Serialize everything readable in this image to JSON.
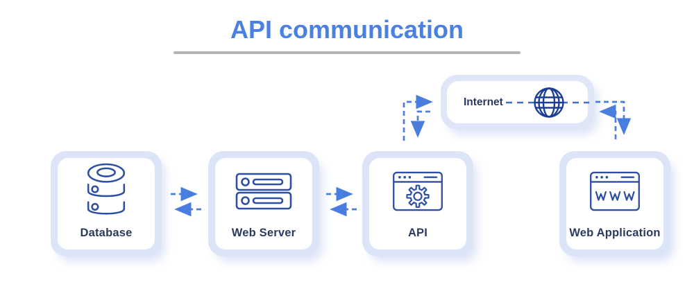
{
  "title": {
    "text": "API communication"
  },
  "nodes": [
    {
      "id": "database",
      "label": "Database",
      "icon": "database-icon"
    },
    {
      "id": "web-server",
      "label": "Web Server",
      "icon": "server-rack-icon"
    },
    {
      "id": "api",
      "label": "API",
      "icon": "browser-gear-icon"
    },
    {
      "id": "web-application",
      "label": "Web Application",
      "icon": "browser-www-icon"
    }
  ],
  "internet": {
    "label": "Internet",
    "icon": "globe-icon"
  },
  "connections": [
    {
      "from": "database",
      "to": "web-server",
      "style": "dashed-arrow"
    },
    {
      "from": "web-server",
      "to": "database",
      "style": "dashed-arrow"
    },
    {
      "from": "web-server",
      "to": "api",
      "style": "dashed-arrow"
    },
    {
      "from": "api",
      "to": "web-server",
      "style": "dashed-arrow"
    },
    {
      "from": "api",
      "to": "internet",
      "style": "dashed-arrow"
    },
    {
      "from": "internet",
      "to": "api",
      "style": "dashed-arrow"
    },
    {
      "from": "internet",
      "to": "web-application",
      "style": "dashed-arrow"
    },
    {
      "from": "web-application",
      "to": "internet",
      "style": "dashed-arrow"
    }
  ],
  "colors": {
    "title": "#4a80de",
    "underline": "#b5b5b5",
    "box_outer": "#dce4f7",
    "box_inner": "#ffffff",
    "icon_stroke": "#2d4fa1",
    "globe_stroke": "#1d3e96",
    "label_text": "#2b3a5e",
    "arrow": "#4a7ede",
    "internet_dash": "#3f6fd1"
  }
}
